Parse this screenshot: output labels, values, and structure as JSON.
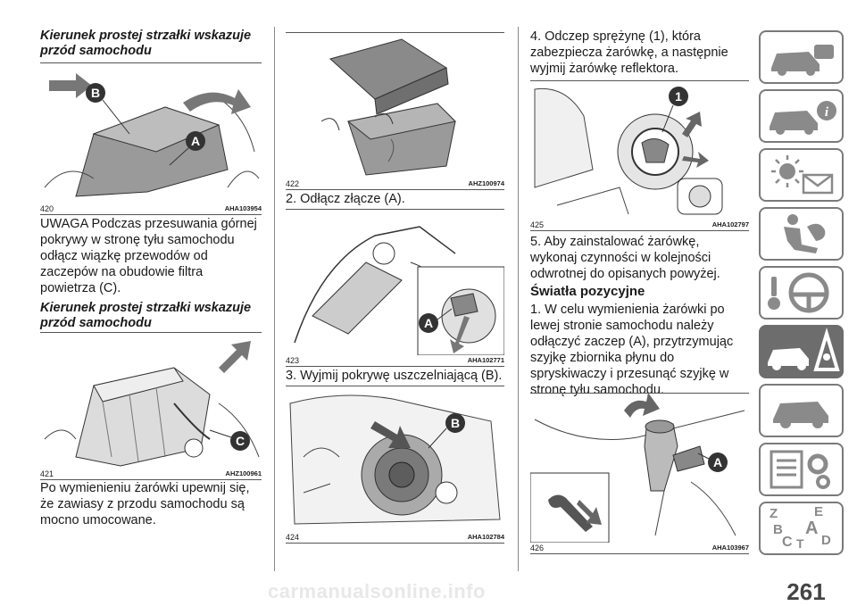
{
  "col1": {
    "heading1": "Kierunek prostej strzałki wskazuje przód samochodu",
    "fig420": {
      "number": "420",
      "code": "AHA103954",
      "callouts": [
        "B",
        "A"
      ]
    },
    "para1": "UWAGA Podczas przesuwania górnej pokrywy w stronę tyłu samochodu odłącz wiązkę przewodów od zaczepów na obudowie filtra powietrza (C).",
    "heading2": "Kierunek prostej strzałki wskazuje przód samochodu",
    "fig421": {
      "number": "421",
      "code": "AHZ100961",
      "callouts": [
        "C"
      ]
    },
    "para2": "Po wymienieniu żarówki upewnij się, że zawiasy z przodu samochodu są mocno umocowane."
  },
  "col2": {
    "fig422": {
      "number": "422",
      "code": "AHZ100974"
    },
    "step2": "2. Odłącz złącze (A).",
    "fig423": {
      "number": "423",
      "code": "AHA102771",
      "callouts": [
        "A"
      ]
    },
    "step3": "3. Wyjmij pokrywę uszczelniającą (B).",
    "fig424": {
      "number": "424",
      "code": "AHA102784",
      "callouts": [
        "B"
      ]
    }
  },
  "col3": {
    "step4": "4. Odczep sprężynę (1), która zabezpiecza żarówkę, a następnie wyjmij żarówkę reflektora.",
    "fig425": {
      "number": "425",
      "code": "AHA102797",
      "callouts": [
        "1"
      ]
    },
    "step5": "5. Aby zainstalować żarówkę, wykonaj czynności w kolejności odwrotnej do opisanych powyżej.",
    "heading": "Światła pozycyjne",
    "step1": "1. W celu wymienienia żarówki po lewej stronie samochodu należy odłączyć zaczep (A), przytrzymując szyjkę zbiornika płynu do spryskiwaczy i przesunąć szyjkę w stronę tyłu samochodu.",
    "fig426": {
      "number": "426",
      "code": "AHA103967",
      "callouts": [
        "A"
      ]
    }
  },
  "sidebar": {
    "tabs": [
      {
        "icon": "car-dashboard-icon",
        "active": false
      },
      {
        "icon": "car-info-icon",
        "active": false
      },
      {
        "icon": "warning-lights-message-icon",
        "active": false
      },
      {
        "icon": "airbag-seat-icon",
        "active": false
      },
      {
        "icon": "steering-wheel-key-icon",
        "active": false
      },
      {
        "icon": "car-breakdown-warning-icon",
        "active": true
      },
      {
        "icon": "car-service-icon",
        "active": false
      },
      {
        "icon": "technical-data-gear-icon",
        "active": false
      },
      {
        "icon": "alphabet-index-icon",
        "active": false
      }
    ],
    "index_letters": [
      "Z",
      "E",
      "B",
      "A",
      "C",
      "T",
      "D"
    ]
  },
  "page_number": "261",
  "watermark": "carmanualsonline.info"
}
